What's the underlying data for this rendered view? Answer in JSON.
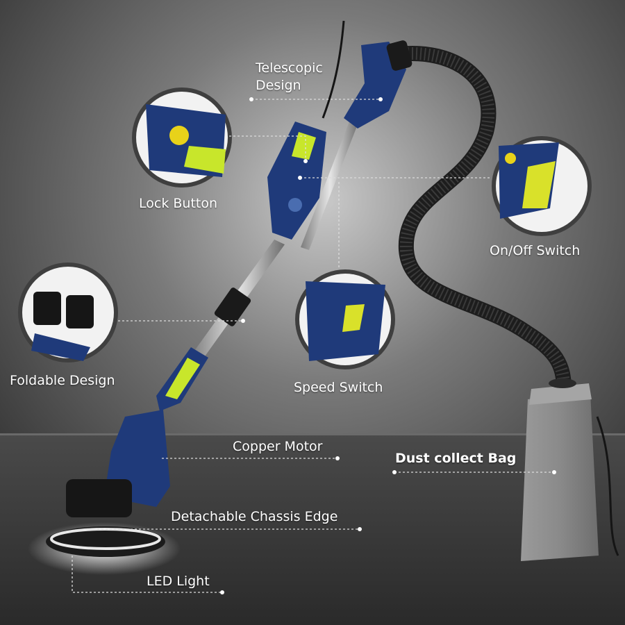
{
  "labels": {
    "telescopic_line1": "Telescopic",
    "telescopic_line2": "Design",
    "lock_button": "Lock Button",
    "on_off_switch": "On/Off Switch",
    "foldable_design": "Foldable Design",
    "speed_switch": "Speed Switch",
    "copper_motor": "Copper Motor",
    "dust_collect_bag": "Dust collect Bag",
    "detachable_chassis_edge": "Detachable Chassis Edge",
    "led_light": "LED Light"
  },
  "colors": {
    "body_blue": "#1f3a7a",
    "accent_lime": "#c8e62b",
    "bag_gray": "#8d8d8d",
    "background_dark": "#3c3c3c"
  }
}
